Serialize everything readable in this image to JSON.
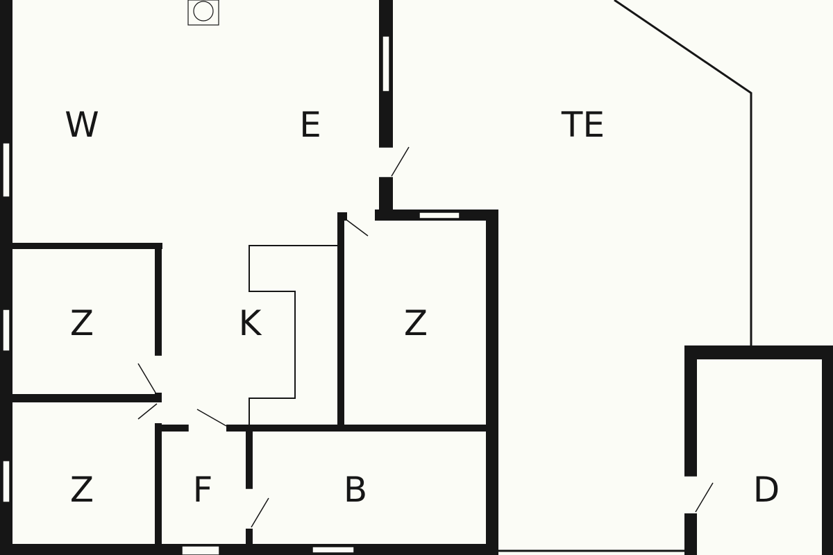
{
  "colors": {
    "background": "#fbfcf6",
    "wall": "#161616",
    "window": "#fbfcf6"
  },
  "rooms": {
    "w": "W",
    "e": "E",
    "te": "TE",
    "k": "K",
    "z_left_upper": "Z",
    "z_left_lower": "Z",
    "z_center": "Z",
    "f": "F",
    "b": "B",
    "d": "D"
  }
}
